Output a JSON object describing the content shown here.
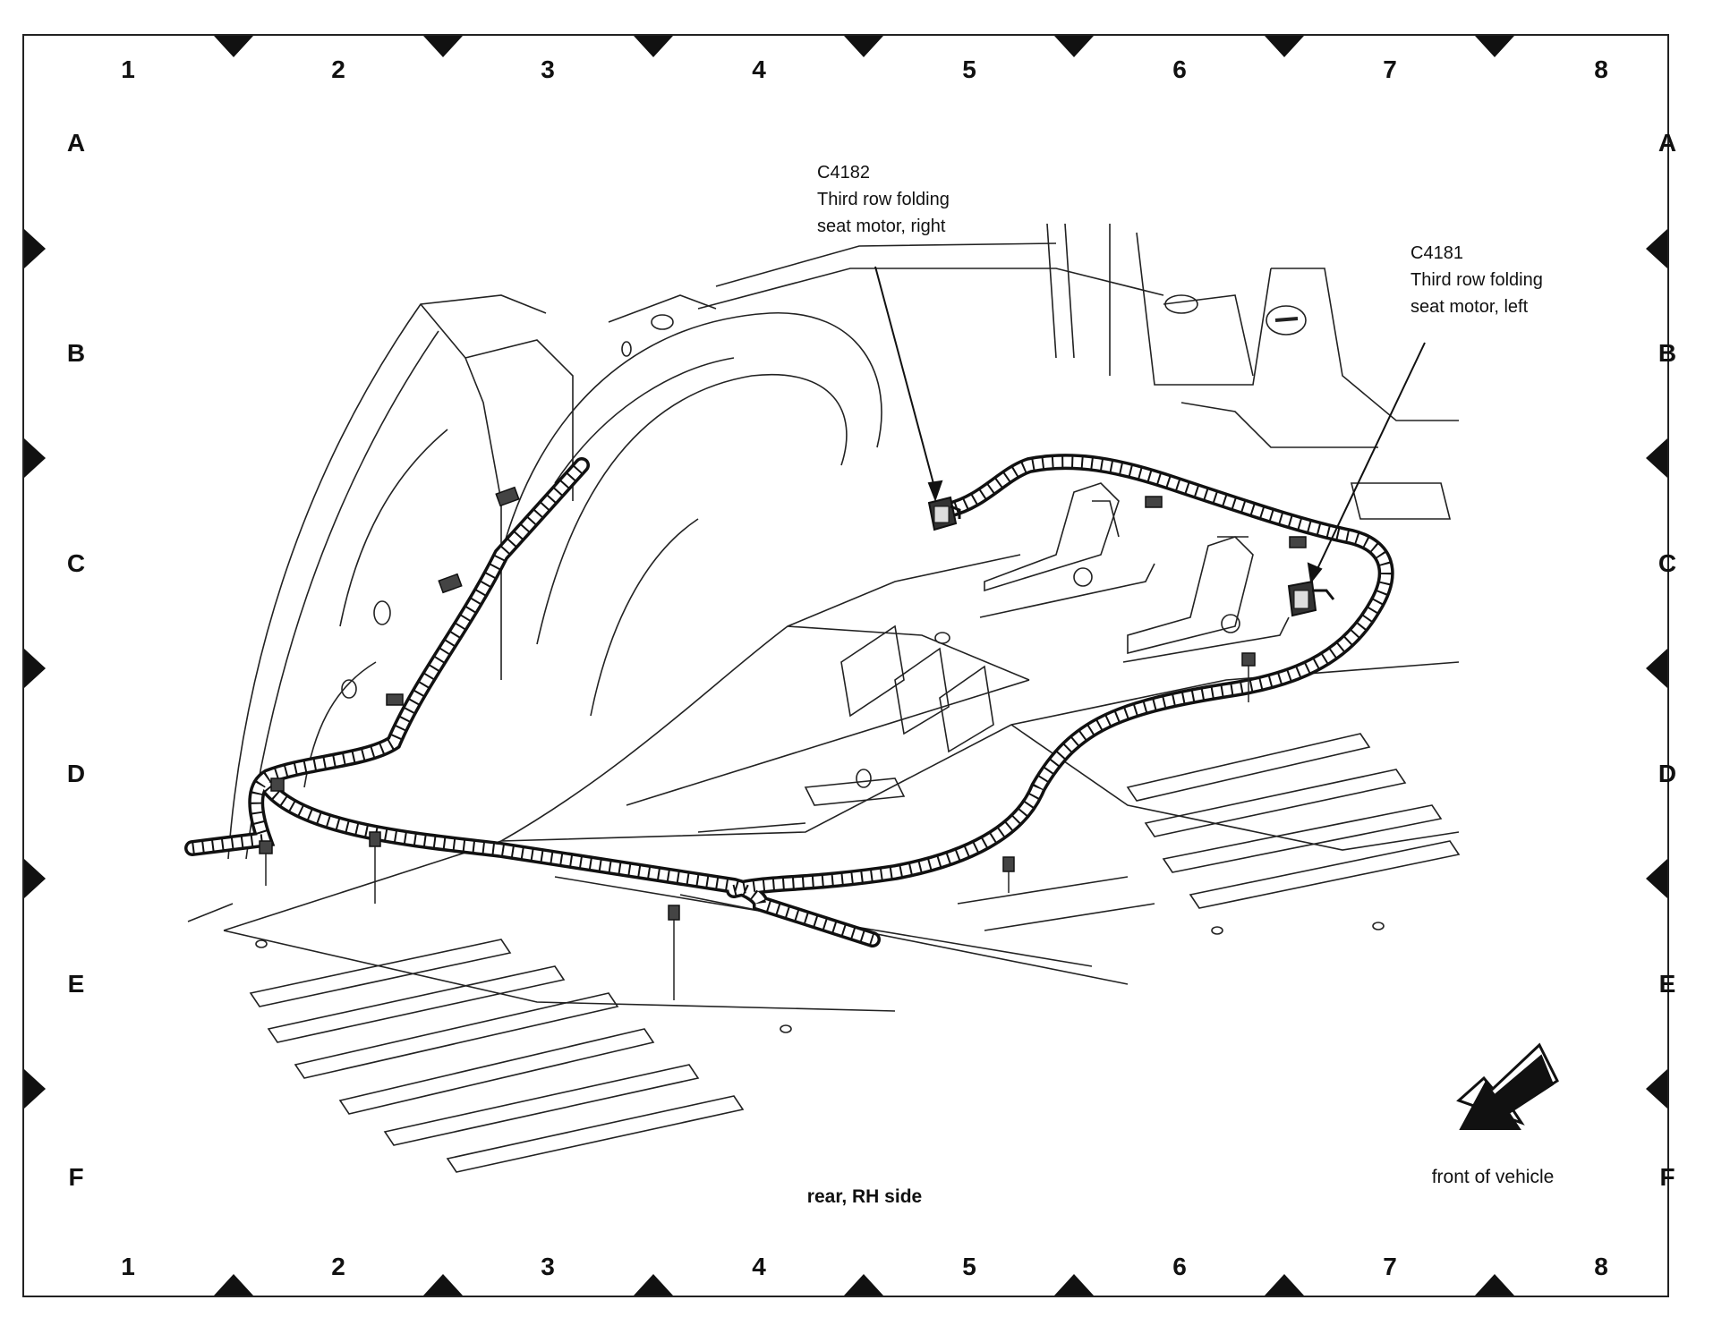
{
  "grid": {
    "columns": [
      "1",
      "2",
      "3",
      "4",
      "5",
      "6",
      "7",
      "8"
    ],
    "rows": [
      "A",
      "B",
      "C",
      "D",
      "E",
      "F"
    ]
  },
  "callouts": {
    "right_motor": {
      "connector": "C4182",
      "line1": "Third row folding",
      "line2": "seat motor, right"
    },
    "left_motor": {
      "connector": "C4181",
      "line1": "Third row folding",
      "line2": "seat motor, left"
    }
  },
  "view_caption": "rear, RH side",
  "direction_caption": "front of vehicle"
}
